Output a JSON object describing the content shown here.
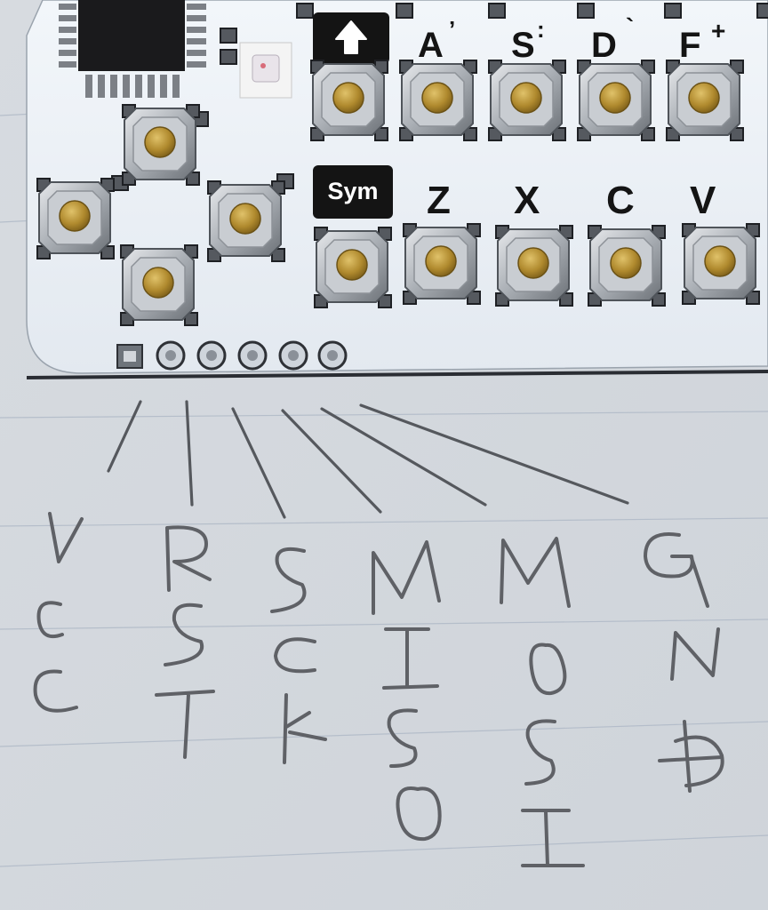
{
  "board": {
    "key_labels_row1": [
      "A",
      "S",
      "D",
      "F"
    ],
    "key_labels_row1_marks": [
      "’",
      ":",
      "`",
      "+"
    ],
    "key_labels_row2": [
      "Z",
      "X",
      "C",
      "V"
    ],
    "shift_key_icon": "up-arrow-icon",
    "sym_key_label": "Sym",
    "colors": {
      "pcb": "#eef3f8",
      "silkscreen": "#141414",
      "button_metal": "#b7bcc2",
      "button_cap": "#b08a2e"
    }
  },
  "notes": {
    "columns": [
      [
        "V",
        "C",
        "C"
      ],
      [
        "R",
        "S",
        "T"
      ],
      [
        "S",
        "C",
        "K"
      ],
      [
        "M",
        "I",
        "S",
        "O"
      ],
      [
        "M",
        "O",
        "S",
        "I"
      ],
      [
        "G",
        "N",
        "D"
      ]
    ]
  }
}
